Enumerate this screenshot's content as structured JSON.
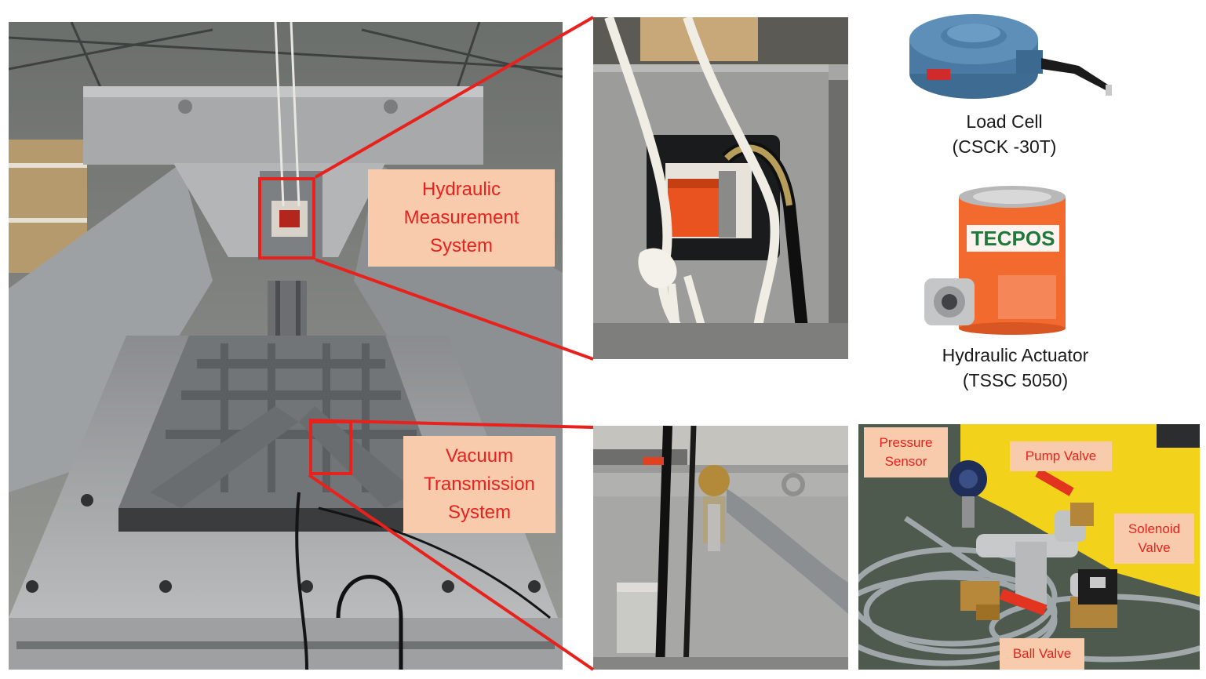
{
  "callouts": {
    "hydraulic": [
      "Hydraulic",
      "Measurement",
      "System"
    ],
    "vacuum": [
      "Vacuum",
      "Transmission",
      "System"
    ]
  },
  "components": {
    "load_cell": {
      "name": "Load Cell",
      "model": "(CSCK -30T)"
    },
    "actuator": {
      "name": "Hydraulic Actuator",
      "model": "(TSSC 5050)",
      "brand": "TECPOS"
    }
  },
  "valve_labels": {
    "pressure_sensor": [
      "Pressure",
      "Sensor"
    ],
    "pump_valve": "Pump Valve",
    "solenoid_valve": [
      "Solenoid",
      "Valve"
    ],
    "ball_valve": "Ball Valve"
  },
  "colors": {
    "highlight": "#e8211d",
    "callout_fill": "#f8cbad",
    "frame_gray": "#8f9295",
    "actuator_orange": "#f26a2e",
    "load_cell_blue": "#4e7fa8",
    "panel_yellow": "#f2d21a"
  }
}
